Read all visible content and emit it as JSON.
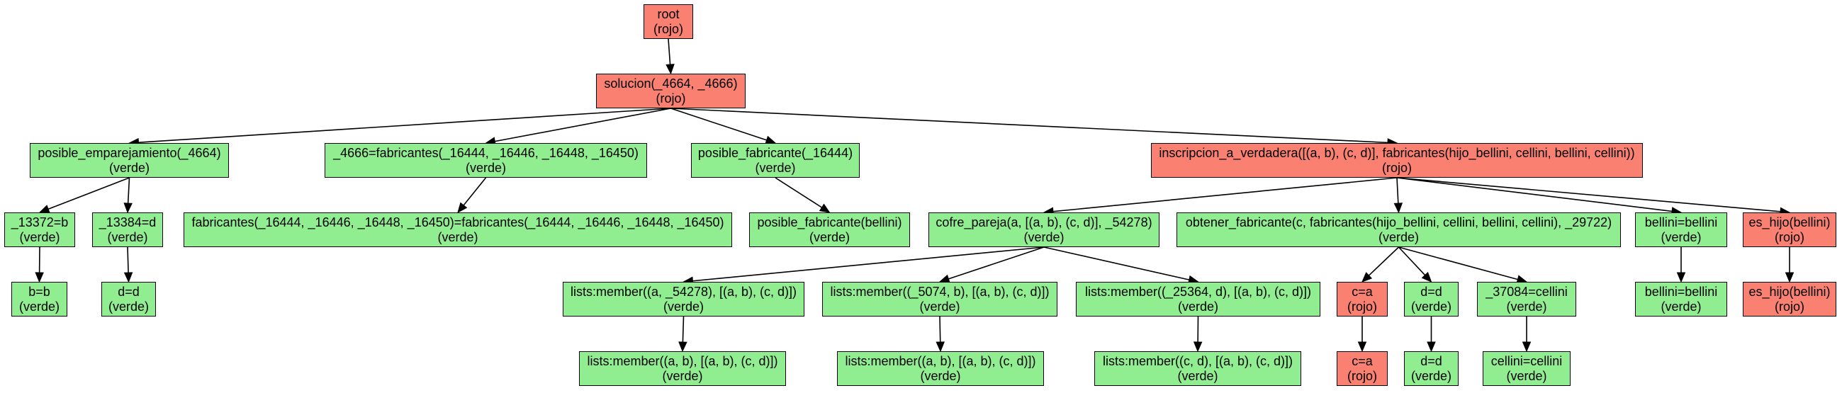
{
  "colors": {
    "verde": "#90ee90",
    "rojo": "#fa8072",
    "edge": "#000000"
  },
  "nodes": {
    "n0": {
      "label": "root",
      "status": "(rojo)",
      "state": "rojo"
    },
    "n1": {
      "label": "solucion(_4664, _4666)",
      "status": "(rojo)",
      "state": "rojo"
    },
    "n2": {
      "label": "posible_emparejamiento(_4664)",
      "status": "(verde)",
      "state": "verde"
    },
    "n3": {
      "label": "_4666=fabricantes(_16444, _16446, _16448, _16450)",
      "status": "(verde)",
      "state": "verde"
    },
    "n4": {
      "label": "posible_fabricante(_16444)",
      "status": "(verde)",
      "state": "verde"
    },
    "n5": {
      "label": "inscripcion_a_verdadera([(a, b), (c, d)], fabricantes(hijo_bellini, cellini, bellini, cellini))",
      "status": "(rojo)",
      "state": "rojo"
    },
    "n6": {
      "label": "_13372=b",
      "status": "(verde)",
      "state": "verde"
    },
    "n7": {
      "label": "_13384=d",
      "status": "(verde)",
      "state": "verde"
    },
    "n8": {
      "label": "fabricantes(_16444, _16446, _16448, _16450)=fabricantes(_16444, _16446, _16448, _16450)",
      "status": "(verde)",
      "state": "verde"
    },
    "n9": {
      "label": "posible_fabricante(bellini)",
      "status": "(verde)",
      "state": "verde"
    },
    "n10": {
      "label": "cofre_pareja(a, [(a, b), (c, d)], _54278)",
      "status": "(verde)",
      "state": "verde"
    },
    "n11": {
      "label": "obtener_fabricante(c, fabricantes(hijo_bellini, cellini, bellini, cellini), _29722)",
      "status": "(verde)",
      "state": "verde"
    },
    "n12": {
      "label": "bellini=bellini",
      "status": "(verde)",
      "state": "verde"
    },
    "n13": {
      "label": "es_hijo(bellini)",
      "status": "(rojo)",
      "state": "rojo"
    },
    "n14": {
      "label": "b=b",
      "status": "(verde)",
      "state": "verde"
    },
    "n15": {
      "label": "d=d",
      "status": "(verde)",
      "state": "verde"
    },
    "n16": {
      "label": "lists:member((a, _54278), [(a, b), (c, d)])",
      "status": "(verde)",
      "state": "verde"
    },
    "n17": {
      "label": "lists:member((_5074, b), [(a, b), (c, d)])",
      "status": "(verde)",
      "state": "verde"
    },
    "n18": {
      "label": "lists:member((_25364, d), [(a, b), (c, d)])",
      "status": "(verde)",
      "state": "verde"
    },
    "n19": {
      "label": "c=a",
      "status": "(rojo)",
      "state": "rojo"
    },
    "n20": {
      "label": "d=d",
      "status": "(verde)",
      "state": "verde"
    },
    "n21": {
      "label": "_37084=cellini",
      "status": "(verde)",
      "state": "verde"
    },
    "n22": {
      "label": "bellini=bellini",
      "status": "(verde)",
      "state": "verde"
    },
    "n23": {
      "label": "es_hijo(bellini)",
      "status": "(rojo)",
      "state": "rojo"
    },
    "n24": {
      "label": "lists:member((a, b), [(a, b), (c, d)])",
      "status": "(verde)",
      "state": "verde"
    },
    "n25": {
      "label": "lists:member((a, b), [(a, b), (c, d)])",
      "status": "(verde)",
      "state": "verde"
    },
    "n26": {
      "label": "lists:member((c, d), [(a, b), (c, d)])",
      "status": "(verde)",
      "state": "verde"
    },
    "n27": {
      "label": "c=a",
      "status": "(rojo)",
      "state": "rojo"
    },
    "n28": {
      "label": "d=d",
      "status": "(verde)",
      "state": "verde"
    },
    "n29": {
      "label": "cellini=cellini",
      "status": "(verde)",
      "state": "verde"
    }
  },
  "edges": [
    [
      "n0",
      "n1"
    ],
    [
      "n1",
      "n2"
    ],
    [
      "n1",
      "n3"
    ],
    [
      "n1",
      "n4"
    ],
    [
      "n1",
      "n5"
    ],
    [
      "n2",
      "n6"
    ],
    [
      "n2",
      "n7"
    ],
    [
      "n3",
      "n8"
    ],
    [
      "n4",
      "n9"
    ],
    [
      "n5",
      "n10"
    ],
    [
      "n5",
      "n11"
    ],
    [
      "n5",
      "n12"
    ],
    [
      "n5",
      "n13"
    ],
    [
      "n6",
      "n14"
    ],
    [
      "n7",
      "n15"
    ],
    [
      "n10",
      "n16"
    ],
    [
      "n10",
      "n17"
    ],
    [
      "n10",
      "n18"
    ],
    [
      "n11",
      "n19"
    ],
    [
      "n11",
      "n20"
    ],
    [
      "n11",
      "n21"
    ],
    [
      "n12",
      "n22"
    ],
    [
      "n13",
      "n23"
    ],
    [
      "n16",
      "n24"
    ],
    [
      "n17",
      "n25"
    ],
    [
      "n18",
      "n26"
    ],
    [
      "n19",
      "n27"
    ],
    [
      "n20",
      "n28"
    ],
    [
      "n21",
      "n29"
    ]
  ]
}
